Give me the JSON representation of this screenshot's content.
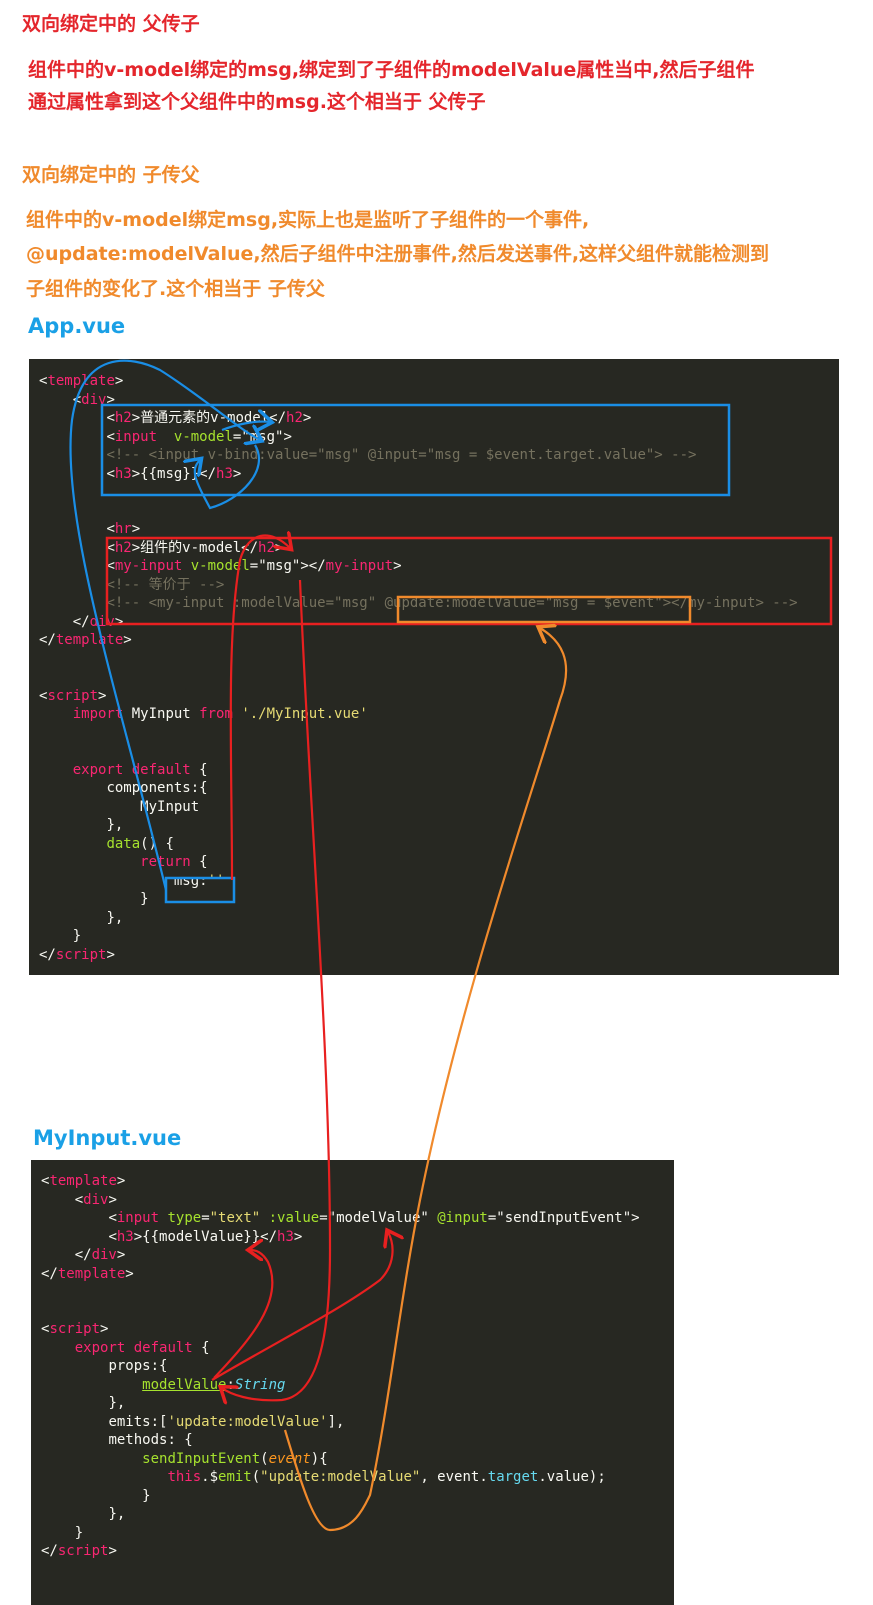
{
  "parent_to_child": {
    "heading": "双向绑定中的 父传子",
    "lines": [
      "组件中的v-model绑定的msg,绑定到了子组件的modelValue属性当中,然后子组件",
      "通过属性拿到这个父组件中的msg.这个相当于 父传子"
    ]
  },
  "child_to_parent": {
    "heading": "双向绑定中的 子传父",
    "lines": [
      "组件中的v-model绑定msg,实际上也是监听了子组件的一个事件,",
      "@update:modelValue,然后子组件中注册事件,然后发送事件,这样父组件就能检测到",
      "子组件的变化了.这个相当于  子传父"
    ]
  },
  "app_file": {
    "title": "App.vue",
    "code": {
      "l1_open": "<",
      "l1_tag": "template",
      "l1_close": ">",
      "l2_open": "<",
      "l2_tag": "div",
      "l2_close": ">",
      "l3_a": "<",
      "l3_tag": "h2",
      "l3_b": ">普通元素的v-model</",
      "l3_tag2": "h2",
      "l3_c": ">",
      "l4_a": "<",
      "l4_tag": "input",
      "l4_attr": "  v-model",
      "l4_eq": "=",
      "l4_val": "\"msg\"",
      "l4_c": ">",
      "l5": "<!-- <input v-bind:value=\"msg\" @input=\"msg = $event.target.value\"> -->",
      "l6_a": "<",
      "l6_tag": "h3",
      "l6_b": ">{{msg}}</",
      "l6_tag2": "h3",
      "l6_c": ">",
      "l7_a": "<",
      "l7_tag": "hr",
      "l7_c": ">",
      "l8_a": "<",
      "l8_tag": "h2",
      "l8_b": ">组件的v-model</",
      "l8_tag2": "h2",
      "l8_c": ">",
      "l9_a": "<",
      "l9_tag": "my-input",
      "l9_attr": " v-model",
      "l9_eq": "=",
      "l9_val": "\"msg\"",
      "l9_b": "></",
      "l9_tag2": "my-input",
      "l9_c": ">",
      "l10": "<!-- 等价于 -->",
      "l11": "<!-- <my-input :modelValue=\"msg\" @update:modelValue=\"msg = $event\"></my-input> -->",
      "l12_a": "</",
      "l12_tag": "div",
      "l12_c": ">",
      "l13_a": "</",
      "l13_tag": "template",
      "l13_c": ">",
      "l14_a": "<",
      "l14_tag": "script",
      "l14_c": ">",
      "l15_kw": "import",
      "l15_b": " MyInput ",
      "l15_kw2": "from",
      "l15_sp": " ",
      "l15_str": "'./MyInput.vue'",
      "l16_kw": "export",
      "l16_sp": " ",
      "l16_kw2": "default",
      "l16_b": " {",
      "l17": "components:{",
      "l18": "MyInput",
      "l19": "},",
      "l20_fn": "data",
      "l20_b": "() {",
      "l21_kw": "return",
      "l21_b": " {",
      "l22_b": "msg:",
      "l22_str": "''",
      "l23": "}",
      "l24": "},",
      "l25": "}",
      "l26_a": "</",
      "l26_tag": "script",
      "l26_c": ">"
    }
  },
  "child_file": {
    "title": "MyInput.vue",
    "code": {
      "m1_a": "<",
      "m1_tag": "template",
      "m1_c": ">",
      "m2_a": "<",
      "m2_tag": "div",
      "m2_c": ">",
      "m3_a": "<",
      "m3_tag": "input",
      "m3_attr1": " type",
      "m3_eq1": "=",
      "m3_v1": "\"text\"",
      "m3_attr2": " :value",
      "m3_eq2": "=",
      "m3_v2": "\"modelValue\"",
      "m3_attr3": " @input",
      "m3_eq3": "=",
      "m3_v3": "\"sendInputEvent\"",
      "m3_c": ">",
      "m4_a": "<",
      "m4_tag": "h3",
      "m4_b": ">{{modelValue}}</",
      "m4_tag2": "h3",
      "m4_c": ">",
      "m5_a": "</",
      "m5_tag": "div",
      "m5_c": ">",
      "m6_a": "</",
      "m6_tag": "template",
      "m6_c": ">",
      "m7_a": "<",
      "m7_tag": "script",
      "m7_c": ">",
      "m8_kw": "export",
      "m8_sp": " ",
      "m8_kw2": "default",
      "m8_b": " {",
      "m9": "props:{",
      "m10_u": "modelValue",
      "m10_colon": ":",
      "m10_ty": "String",
      "m11": "},",
      "m12_b": "emits:[",
      "m12_str": "'update:modelValue'",
      "m12_c": "],",
      "m13": "methods: {",
      "m14_fn": "sendInputEvent",
      "m14_b": "(",
      "m14_p": "event",
      "m14_c": "){",
      "m15_kw": "this",
      "m15_b": ".$",
      "m15_fn": "emit",
      "m15_c": "(",
      "m15_str": "\"update:modelValue\"",
      "m15_d": ", event.",
      "m15_bi": "target",
      "m15_e": ".value);",
      "m16": "}",
      "m17": "},",
      "m18": "}",
      "m19_a": "</",
      "m19_tag": "script",
      "m19_c": ">"
    }
  },
  "colors": {
    "code_background": "#272822",
    "red_text": "#e4262c",
    "orange_text": "#f08a2c",
    "blue_title": "#1aa0e6",
    "blue_annotation": "#1a8ee6",
    "red_annotation": "#e82020",
    "orange_annotation": "#f08a2c"
  }
}
